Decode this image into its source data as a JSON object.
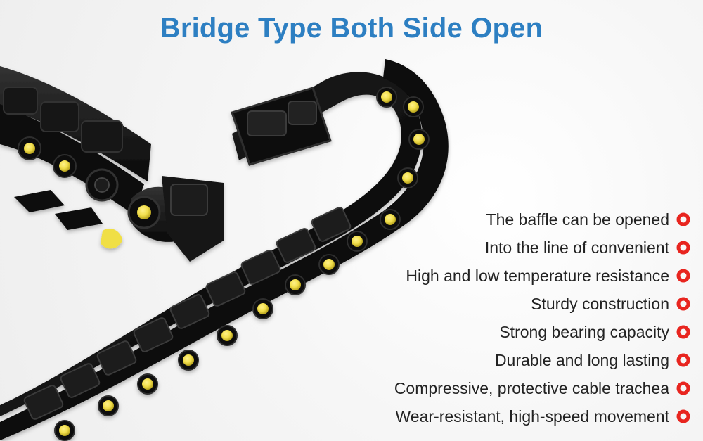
{
  "title": "Bridge Type Both Side Open",
  "features": [
    "The baffle can be opened",
    "Into the line of convenient",
    "High and low temperature resistance",
    "Sturdy construction",
    "Strong bearing capacity",
    "Durable and long lasting",
    "Compressive, protective cable trachea",
    "Wear-resistant, high-speed movement"
  ],
  "colors": {
    "title": "#2d7fc2",
    "bullet": "#e8251f",
    "chain": "#111111",
    "hole": "#f0de4b"
  },
  "icons": {
    "bullet": "red-ring-icon"
  }
}
